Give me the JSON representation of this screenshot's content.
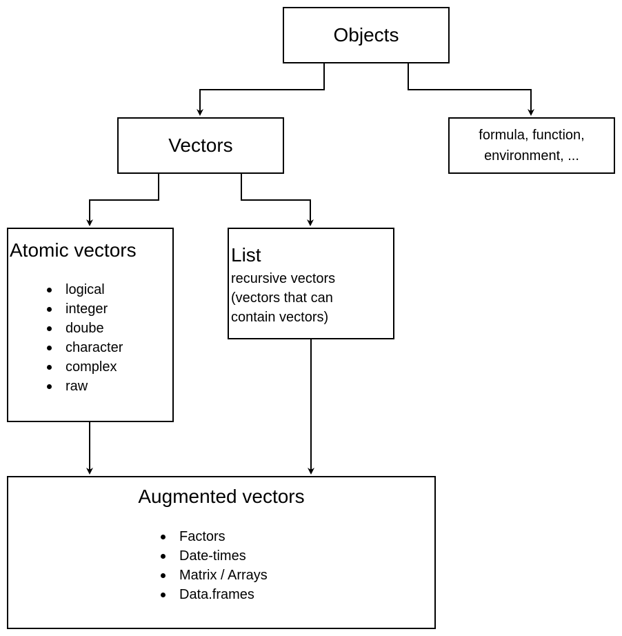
{
  "nodes": {
    "objects": {
      "title": "Objects"
    },
    "vectors": {
      "title": "Vectors"
    },
    "other": {
      "line1": "formula, function,",
      "line2": "environment, ..."
    },
    "atomic": {
      "title": "Atomic vectors",
      "items": [
        "logical",
        "integer",
        "doube",
        "character",
        "complex",
        "raw"
      ]
    },
    "list": {
      "title": "List",
      "subtitle": "recursive vectors\n(vectors that can\ncontain vectors)"
    },
    "augmented": {
      "title": "Augmented vectors",
      "items": [
        "Factors",
        "Date-times",
        "Matrix / Arrays",
        "Data.frames"
      ]
    }
  },
  "edges": [
    {
      "from": "objects",
      "to": "vectors"
    },
    {
      "from": "objects",
      "to": "other"
    },
    {
      "from": "vectors",
      "to": "atomic"
    },
    {
      "from": "vectors",
      "to": "list"
    },
    {
      "from": "atomic",
      "to": "augmented"
    },
    {
      "from": "list",
      "to": "augmented"
    }
  ]
}
